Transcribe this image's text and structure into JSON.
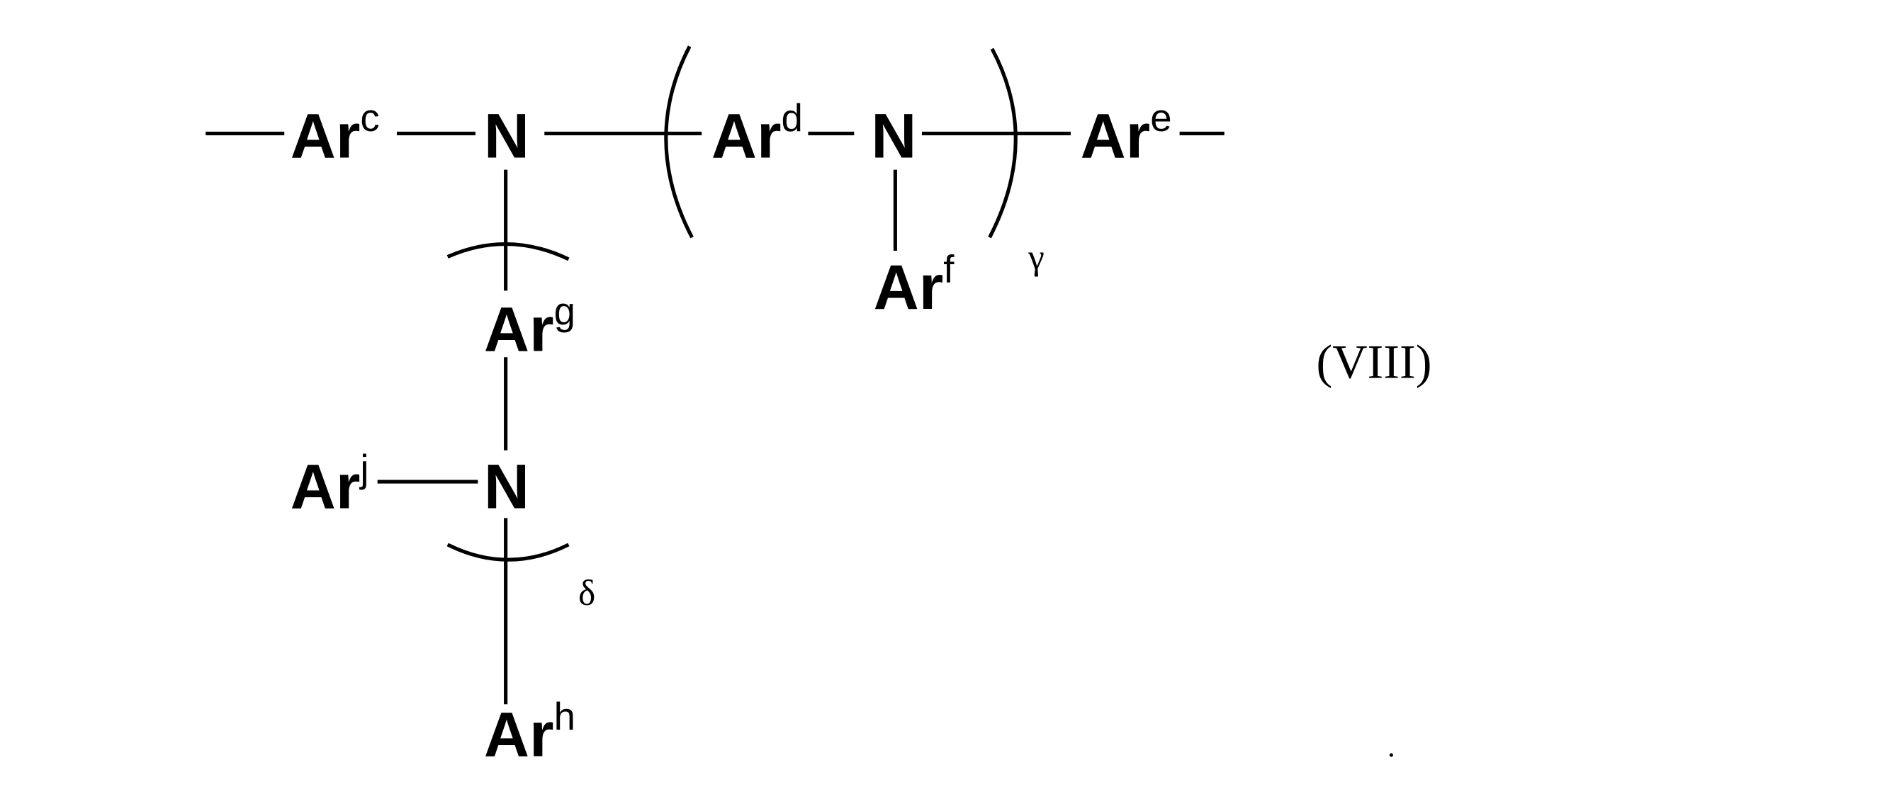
{
  "formula": {
    "label": "(VIII)",
    "groups": {
      "c": {
        "base": "Ar",
        "sup": "c"
      },
      "d": {
        "base": "Ar",
        "sup": "d"
      },
      "e": {
        "base": "Ar",
        "sup": "e"
      },
      "f": {
        "base": "Ar",
        "sup": "f"
      },
      "g": {
        "base": "Ar",
        "sup": "g"
      },
      "h": {
        "base": "Ar",
        "sup": "h"
      },
      "j": {
        "base": "Ar",
        "sup": "j"
      }
    },
    "nitrogen": "N",
    "repeat_index_1": "γ",
    "repeat_index_2": "δ"
  }
}
